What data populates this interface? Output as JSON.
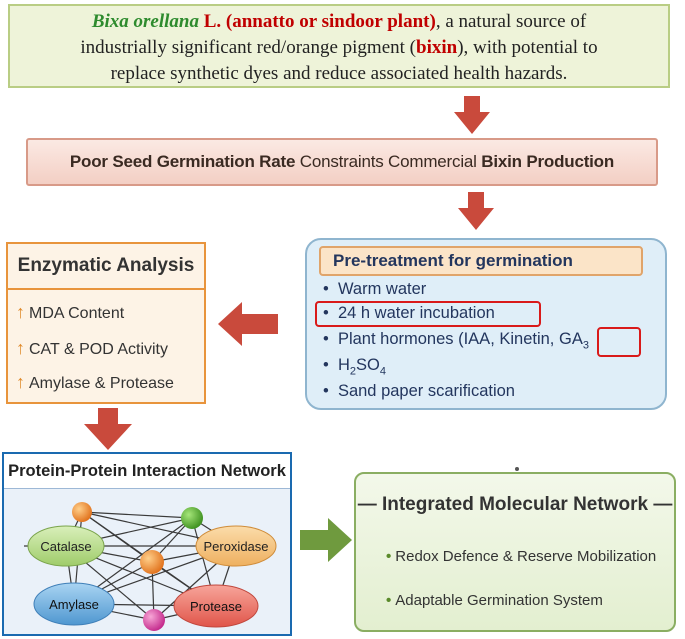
{
  "header": {
    "species": "Bixa orellana",
    "species_suffix": " L. (annatto or sindoor plant)",
    "line1_rest": ", a natural source of",
    "line2_pre": "industrially significant red/orange pigment (",
    "pigment": "bixin",
    "line2_post": "), with potential to",
    "line3": "replace synthetic dyes and reduce associated health hazards."
  },
  "constraint": {
    "part1": "Poor Seed Germination Rate",
    "part2": " Constraints Commercial ",
    "part3": "Bixin Production"
  },
  "enzymatic": {
    "title": "Enzymatic Analysis",
    "items": [
      "MDA Content",
      "CAT & POD Activity",
      "Amylase & Protease"
    ],
    "arrow_symbol": "↑"
  },
  "pretreatment": {
    "title": "Pre-treatment for germination",
    "bullet": "•",
    "items": {
      "warm": "Warm water",
      "incubation": "24 h water incubation",
      "hormones": "Plant hormones (IAA, Kinetin, ",
      "ga": "GA",
      "ga_sub": "3",
      "h2so4_h": "H",
      "h2so4_sub2": "2",
      "h2so4_so": "SO",
      "h2so4_sub4": "4",
      "sand": "Sand paper scarification"
    }
  },
  "ppi": {
    "title": "Protein-Protein Interaction Network",
    "nodes": {
      "catalase": "Catalase",
      "peroxidase": "Peroxidase",
      "amylase": "Amylase",
      "protease": "Protease"
    }
  },
  "integrated": {
    "title": "Integrated Molecular Network",
    "dash": "—",
    "items": [
      "Redox Defence & Reserve Mobilization",
      "Adaptable Germination System"
    ],
    "bullet": "•"
  },
  "colors": {
    "arrow_red": "#c94a3c",
    "arrow_green": "#6f9a3e",
    "highlight_red": "#d91a1a"
  }
}
